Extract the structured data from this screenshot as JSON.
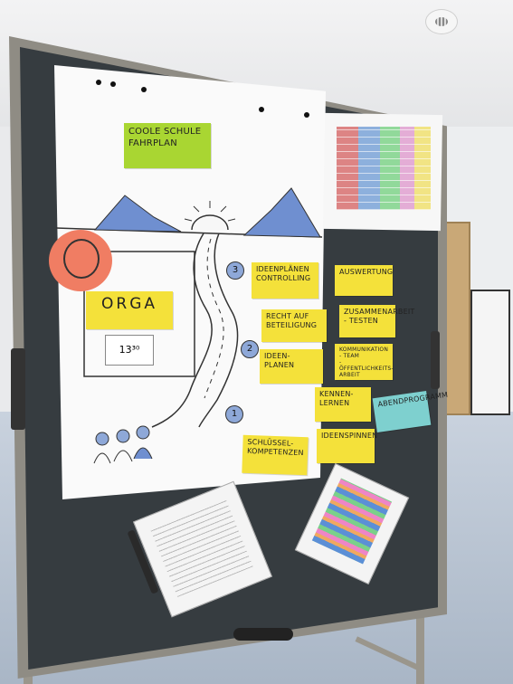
{
  "flipchart": {
    "title": "COOLE SCHULE\nFAHRPLAN",
    "orga": "ORGA",
    "time": "13³⁰",
    "milestones": [
      "1",
      "2",
      "3"
    ],
    "notes_left": {
      "schluessel": "SCHLÜSSEL-\nKOMPETENZEN"
    }
  },
  "notes": [
    "IDEENPLÄNEN\nCONTROLLING",
    "RECHT AUF\nBETEILIGUNG",
    "IDEEN-\nPLANEN",
    "KENNEN-\nLERNEN",
    "IDEENSPINNEN",
    "AUSWERTUNG",
    "ZUSAMMENARBEIT\n- TESTEN",
    "KOMMUNIKATION\n- TEAM\n- ÖFFENTLICHKEITS-\n  ARBEIT",
    "ABENDPROGRAMM"
  ]
}
